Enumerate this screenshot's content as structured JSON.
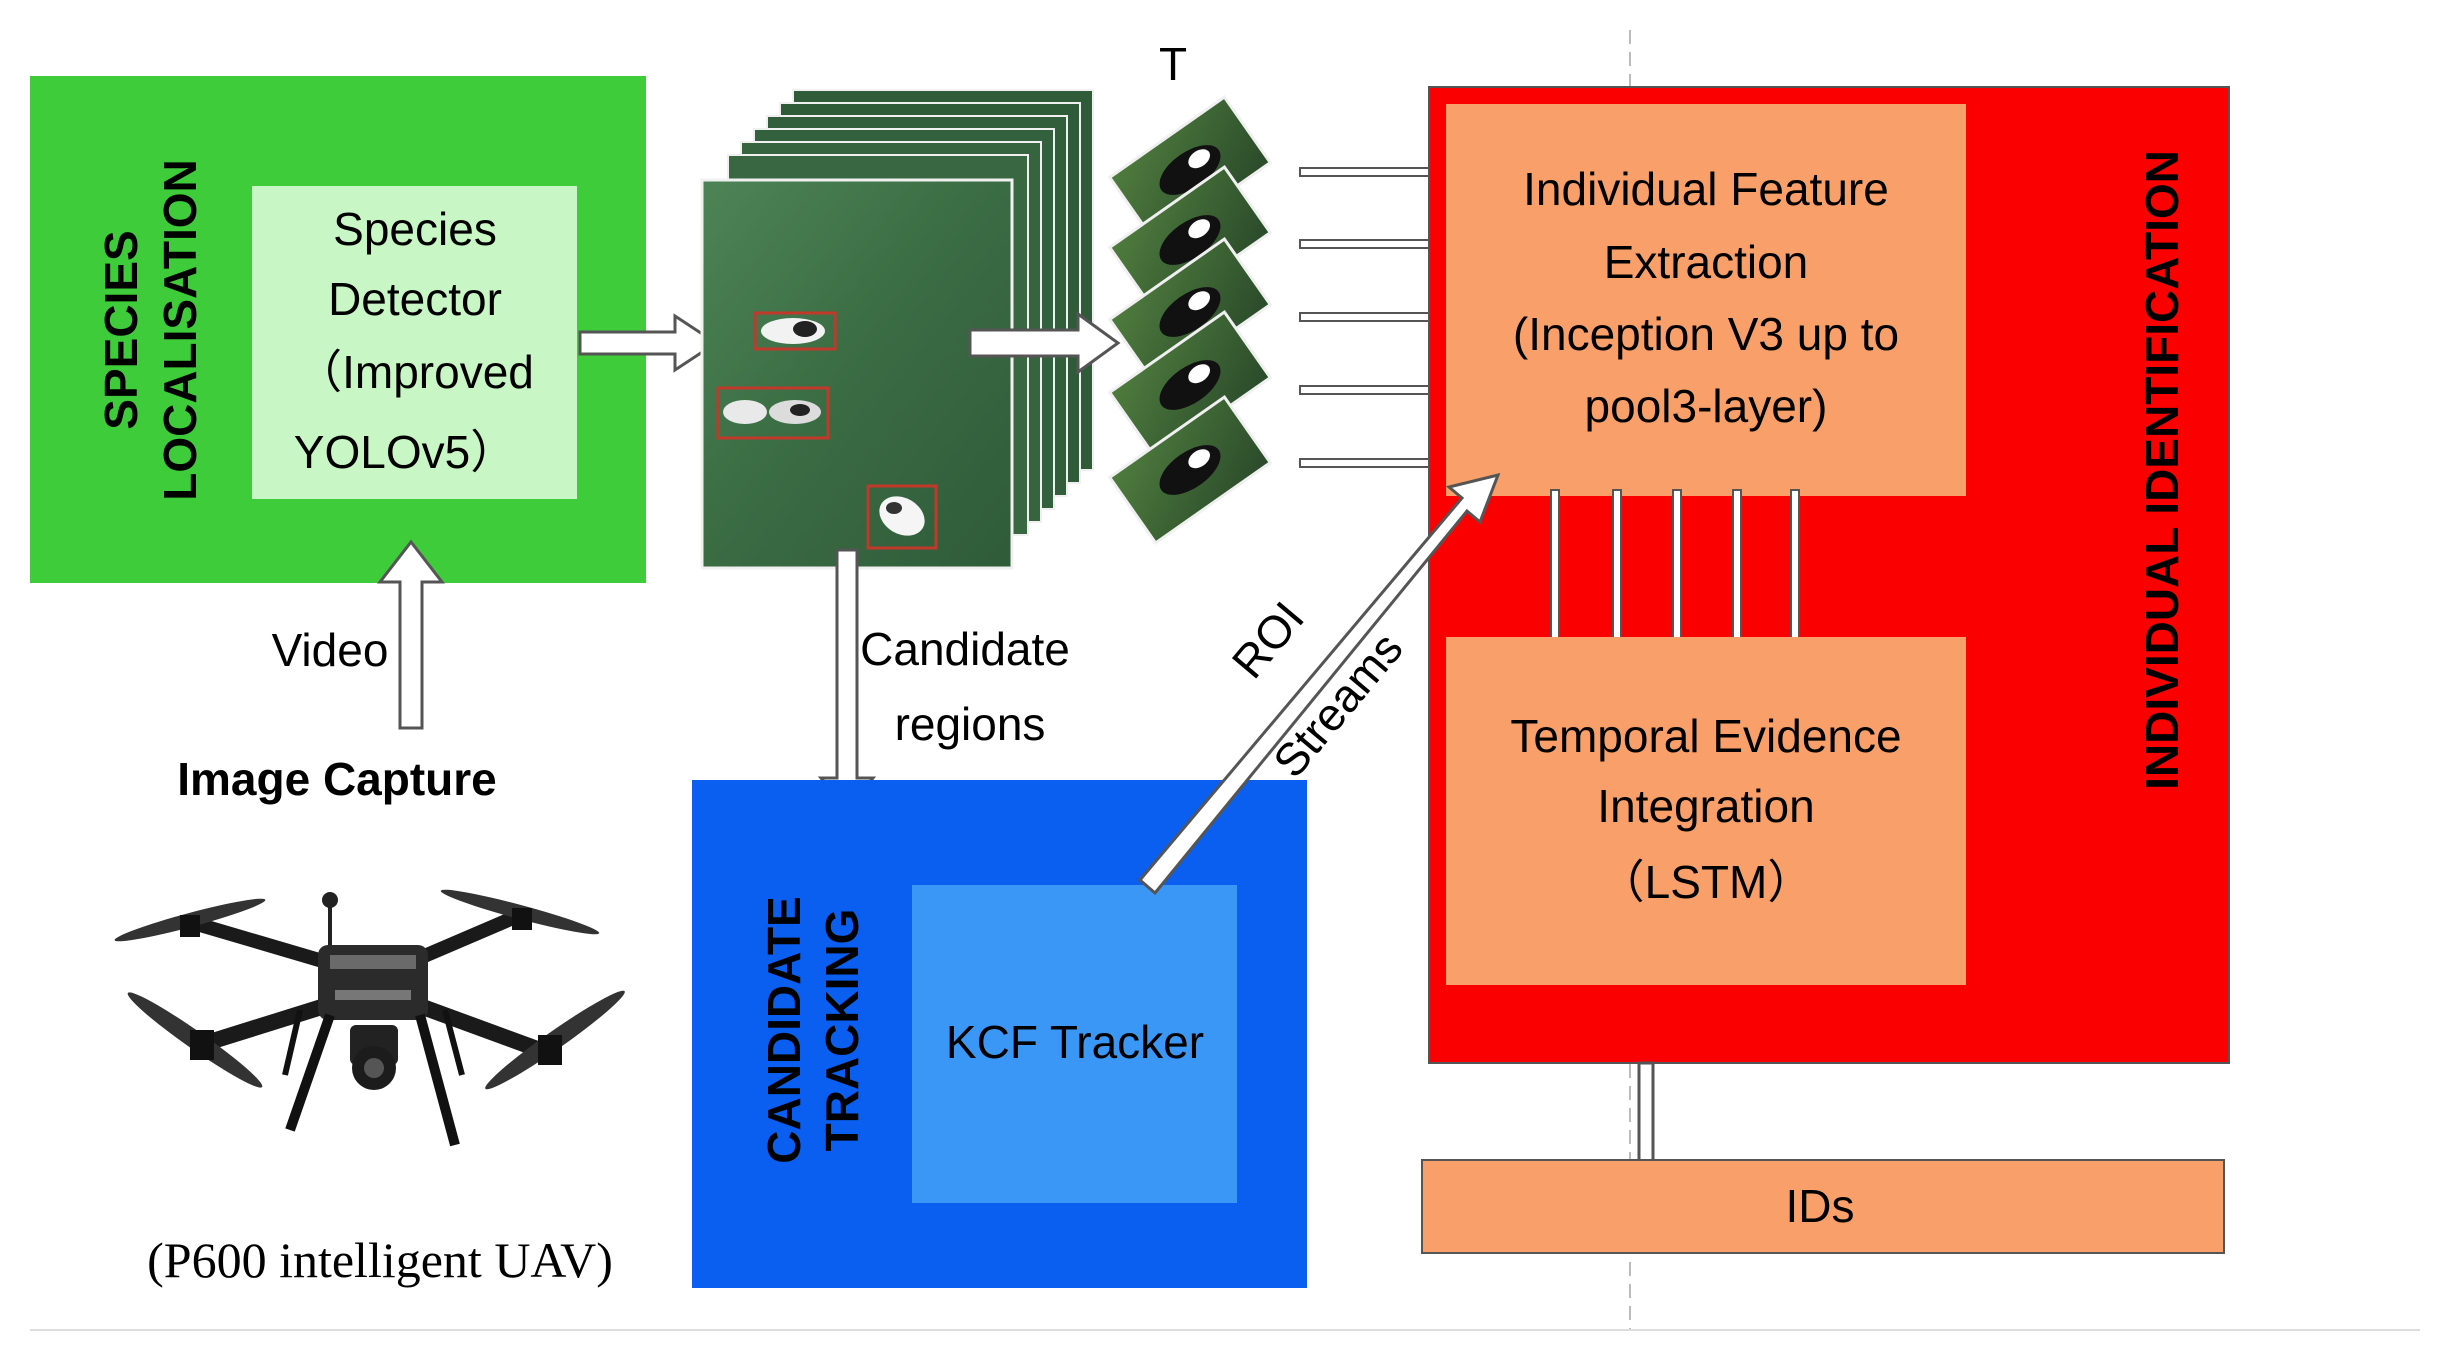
{
  "species_localisation": {
    "title_line1": "SPECIES",
    "title_line2": "LOCALISATION",
    "detector_line1": "Species",
    "detector_line2": "Detector",
    "detector_line3": "（Improved",
    "detector_line4": "YOLOv5）"
  },
  "video_label": "Video",
  "image_capture_label": "Image Capture",
  "uav_label": "(P600 intelligent UAV)",
  "time_label": "T",
  "candidate_regions_line1": "Candidate",
  "candidate_regions_line2": "regions",
  "roi_label": "ROI",
  "streams_label": "Streams",
  "candidate_tracking": {
    "title_line1": "CANDIDATE",
    "title_line2": "TRACKING",
    "tracker_label": "KCF Tracker"
  },
  "individual_identification": {
    "title": "INDIVIDUAL IDENTIFICATION",
    "feature_line1": "Individual Feature",
    "feature_line2": "Extraction",
    "feature_line3": "(Inception V3 up to",
    "feature_line4": "pool3-layer)",
    "temporal_line1": "Temporal Evidence",
    "temporal_line2": "Integration",
    "temporal_line3": "（LSTM）"
  },
  "ids_label": "IDs",
  "colors": {
    "green_outer": "#3fcc3a",
    "green_inner": "#c8f7c5",
    "blue_outer": "#0a5ff0",
    "blue_inner": "#3b97f6",
    "red_outer": "#fb0000",
    "salmon": "#f9a06a",
    "field_green": "#3d6e45"
  }
}
